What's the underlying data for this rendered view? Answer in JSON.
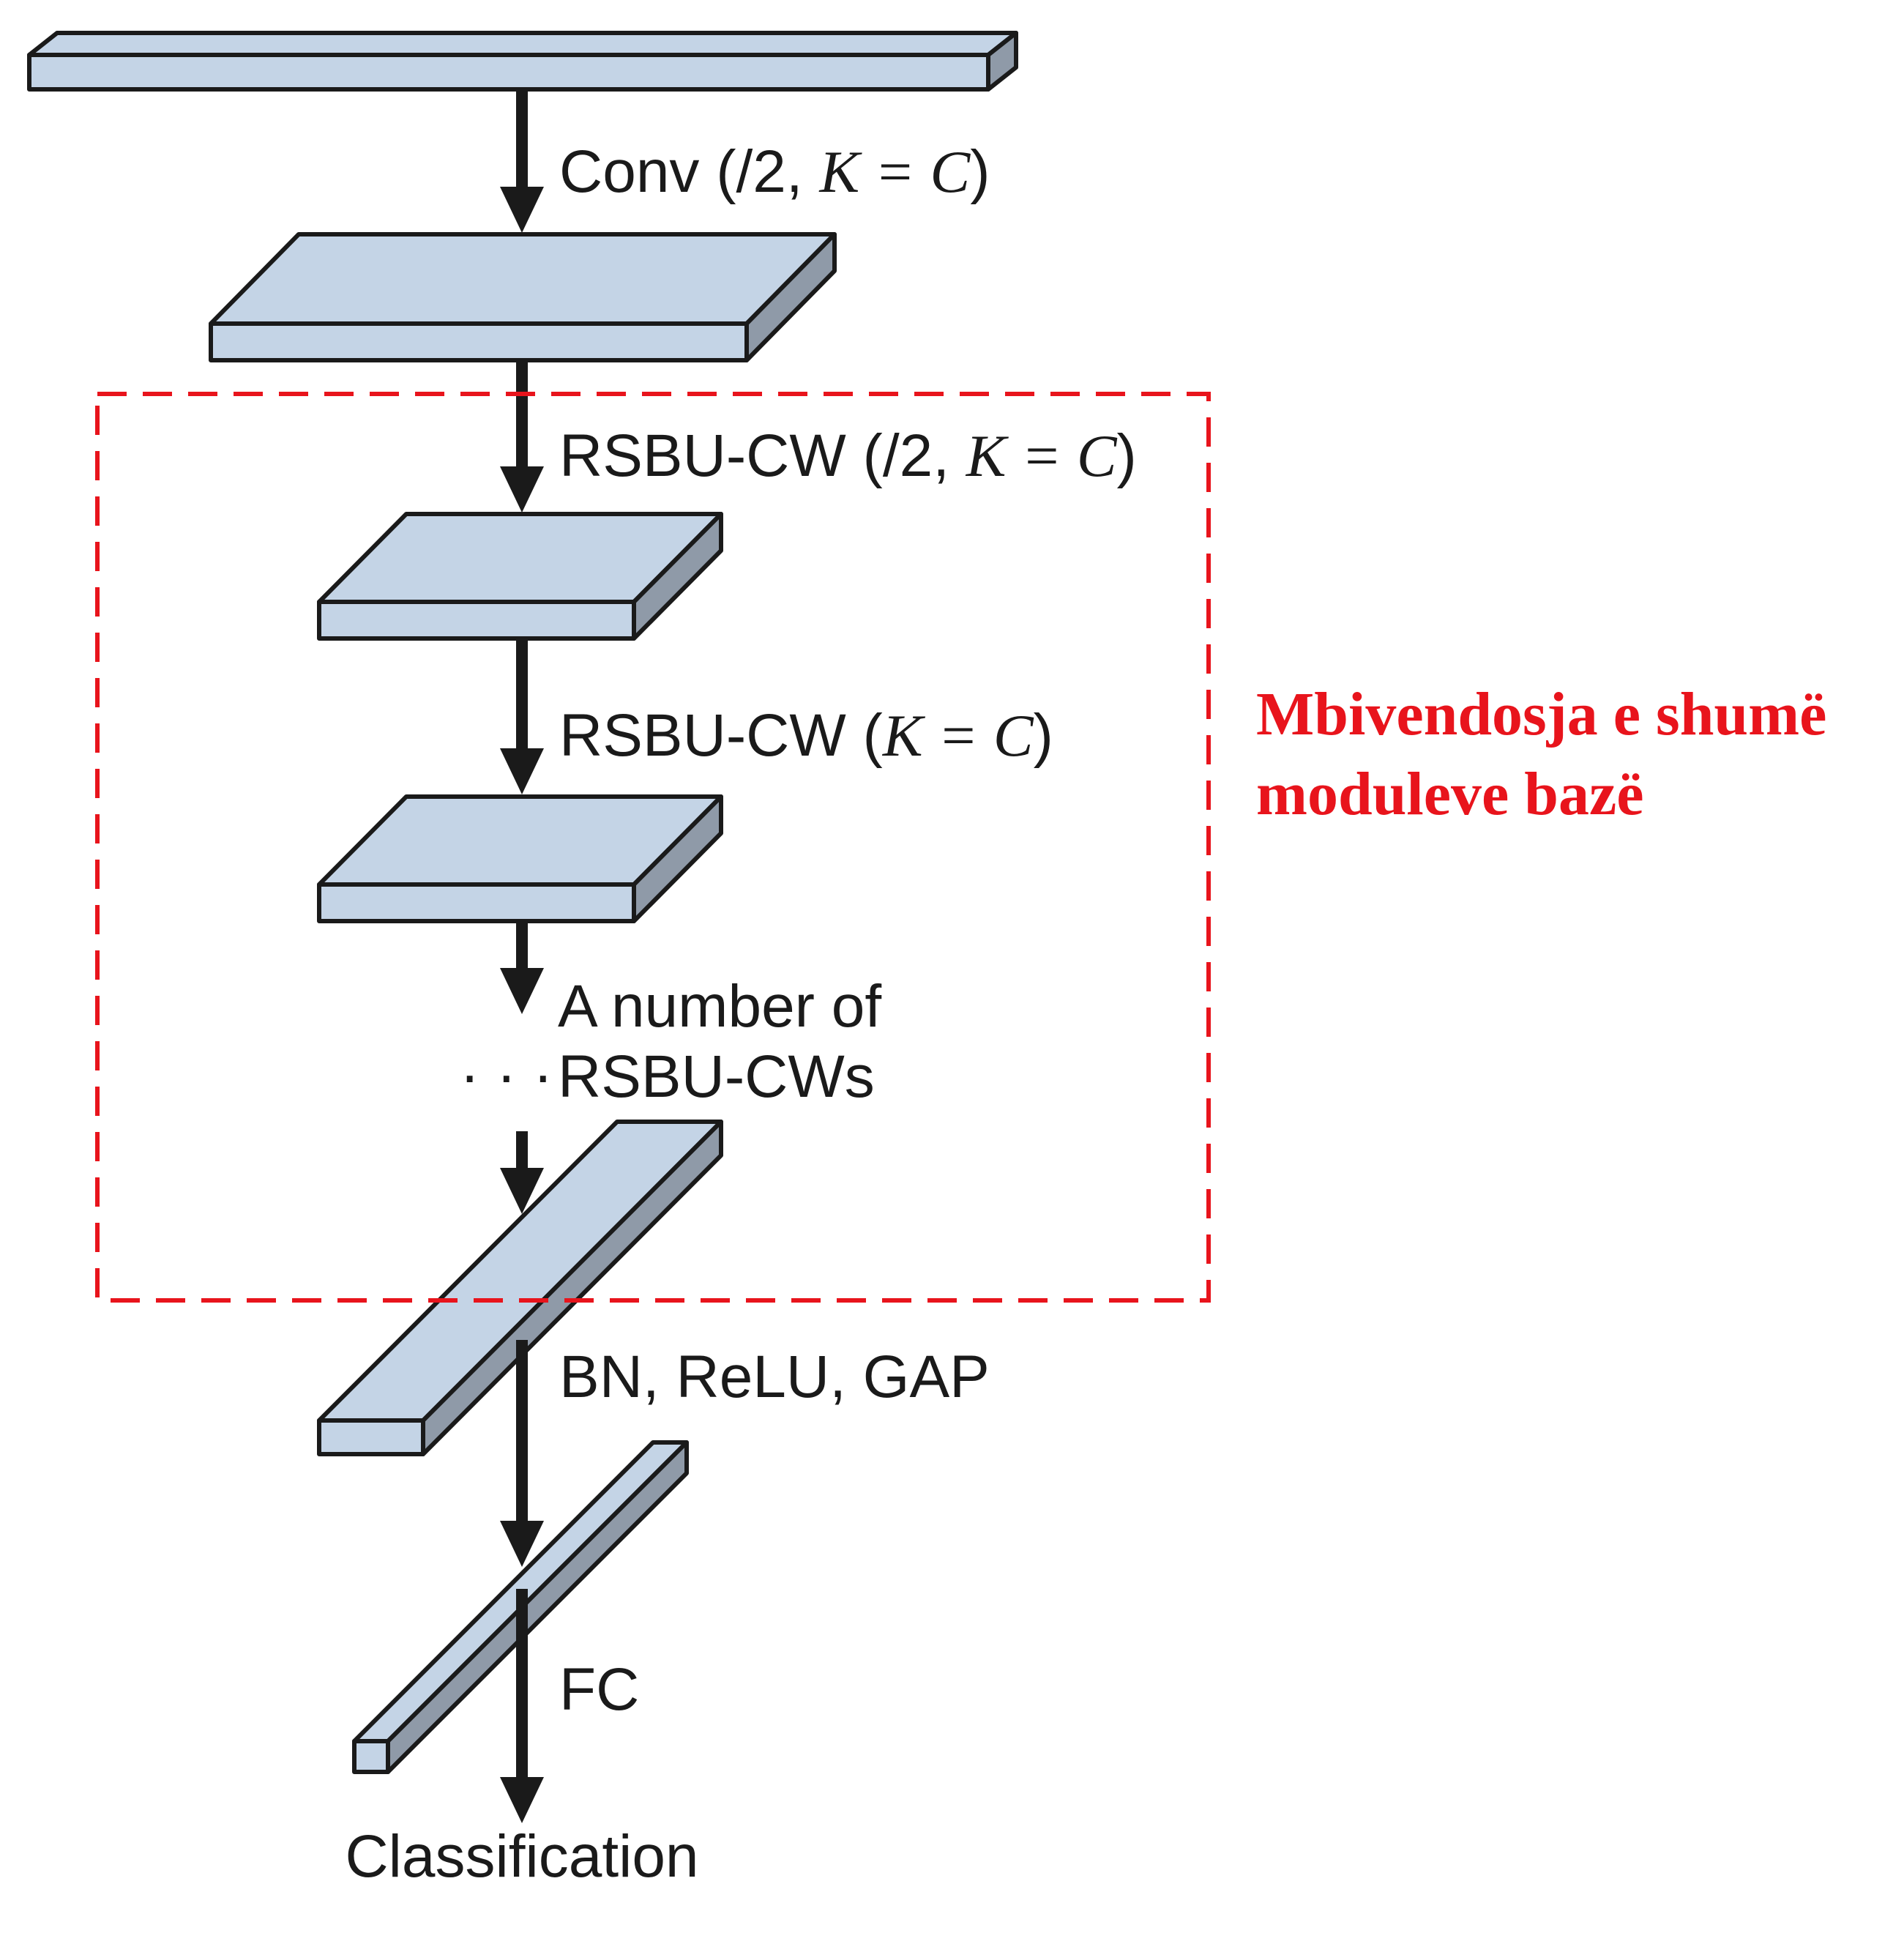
{
  "labels": {
    "conv": {
      "name": "Conv",
      "args_open": " (/2, ",
      "args_math": "K = C",
      "args_close": ")"
    },
    "rsbu1": {
      "name": "RSBU-CW",
      "args_open": " (/2, ",
      "args_math": "K = C",
      "args_close": ")"
    },
    "rsbu2": {
      "name": "RSBU-CW",
      "args_open": " (",
      "args_math": "K = C",
      "args_close": ")"
    },
    "number_line1": "A number of",
    "number_line2": "RSBU-CWs",
    "ellipsis": "· · ·",
    "bn_relu_gap": "BN, ReLU, GAP",
    "fc": "FC",
    "classification": "Classification"
  },
  "annotation": {
    "line1": "Mbivendosja e shumë",
    "line2": "moduleve bazë"
  },
  "colors": {
    "block_face": "#c4d4e6",
    "block_side": "#8f9aa8",
    "outline": "#1a1a1a",
    "highlight": "#e8141c"
  }
}
